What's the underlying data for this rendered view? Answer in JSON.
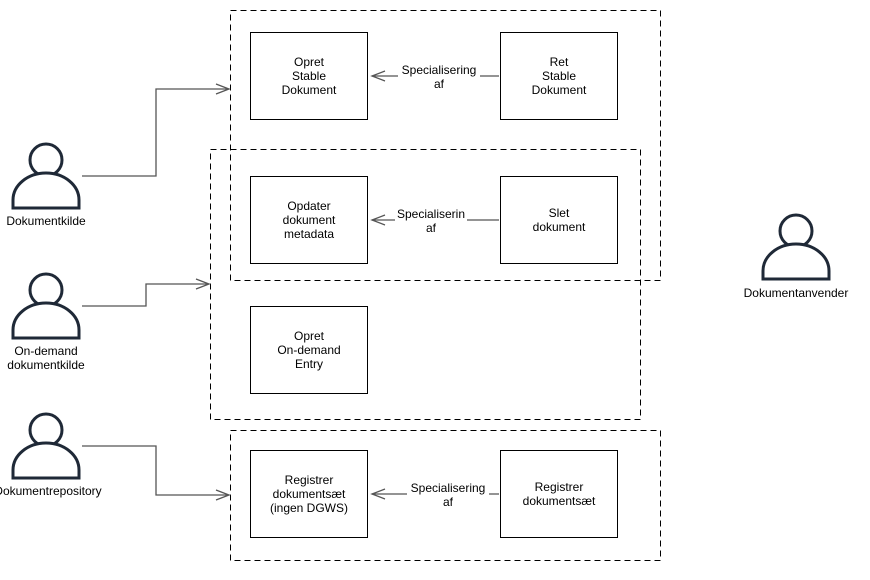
{
  "use_cases": {
    "opret_stable": "Opret\nStable\nDokument",
    "ret_stable": "Ret\nStable\nDokument",
    "opdater_metadata": "Opdater\ndokument\nmetadata",
    "slet_dokument": "Slet\ndokument",
    "opret_ondemand": "Opret\nOn-demand\nEntry",
    "registrer_ingen_dgws": "Registrer\ndokumentsæt\n(ingen DGWS)",
    "registrer": "Registrer\ndokumentsæt"
  },
  "edge_labels": {
    "spec1": "Specialisering\naf",
    "spec2": "Specialiserin\naf",
    "spec3": "Specialisering\naf"
  },
  "actors": {
    "dokumentkilde": "Dokumentkilde",
    "ondemand": "On-demand\ndokumentkilde",
    "repository": "Dokumentrepository",
    "anvender": "Dokumentanvender"
  }
}
